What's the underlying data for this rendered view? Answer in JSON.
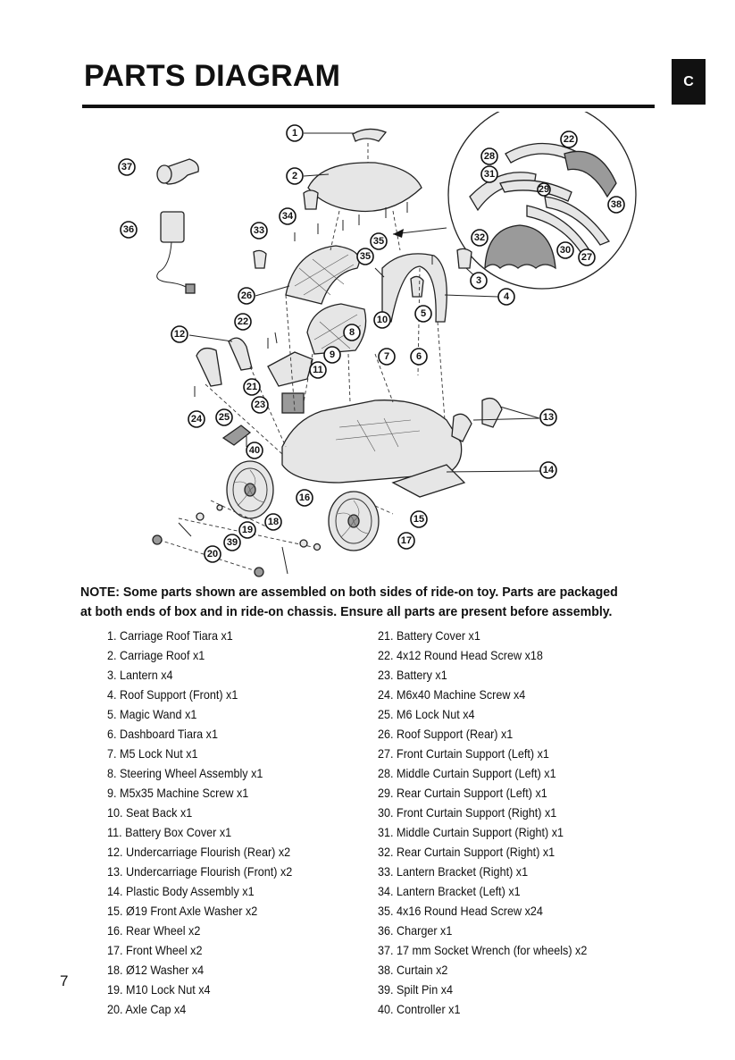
{
  "header": {
    "title": "PARTS DIAGRAM",
    "section_tab": "C"
  },
  "diagram": {
    "callouts": [
      "1",
      "2",
      "3",
      "4",
      "5",
      "6",
      "7",
      "8",
      "9",
      "10",
      "11",
      "12",
      "13",
      "14",
      "15",
      "16",
      "17",
      "18",
      "19",
      "20",
      "21",
      "22",
      "22",
      "23",
      "24",
      "25",
      "26",
      "27",
      "28",
      "29",
      "30",
      "31",
      "32",
      "33",
      "34",
      "35",
      "35",
      "36",
      "37",
      "38",
      "39",
      "40"
    ]
  },
  "note": {
    "label": "NOTE:",
    "text": " Some parts shown are assembled on both sides of ride-on toy. Parts are packaged at both ends of box and in ride-on chassis. Ensure all parts are present before assembly."
  },
  "parts_left": [
    "1. Carriage Roof Tiara x1",
    "2. Carriage Roof x1",
    "3. Lantern x4",
    "4. Roof Support (Front) x1",
    "5. Magic Wand x1",
    "6. Dashboard Tiara x1",
    "7. M5 Lock Nut x1",
    "8. Steering Wheel Assembly x1",
    "9. M5x35 Machine Screw x1",
    "10. Seat Back x1",
    "11. Battery Box Cover x1",
    "12. Undercarriage Flourish (Rear) x2",
    "13. Undercarriage Flourish (Front) x2",
    "14. Plastic Body Assembly x1",
    "15. Ø19 Front Axle Washer x2",
    "16. Rear Wheel x2",
    "17. Front Wheel x2",
    "18. Ø12 Washer x4",
    "19. M10 Lock Nut x4",
    "20. Axle Cap x4"
  ],
  "parts_right": [
    "21. Battery Cover x1",
    "22. 4x12 Round Head Screw x18",
    "23. Battery x1",
    "24. M6x40 Machine Screw x4",
    "25. M6 Lock Nut x4",
    "26. Roof Support (Rear) x1",
    "27. Front Curtain Support (Left) x1",
    "28. Middle Curtain Support (Left) x1",
    "29. Rear Curtain Support (Left) x1",
    "30. Front Curtain Support (Right) x1",
    "31. Middle Curtain Support (Right) x1",
    "32. Rear Curtain Support (Right) x1",
    "33. Lantern Bracket (Right) x1",
    "34. Lantern Bracket (Left) x1",
    "35. 4x16 Round Head Screw x24",
    "36. Charger x1",
    "37. 17 mm Socket Wrench (for wheels) x2",
    "38. Curtain x2",
    "39. Spilt Pin x4",
    "40. Controller x1"
  ],
  "footer": {
    "page_number": "7"
  }
}
